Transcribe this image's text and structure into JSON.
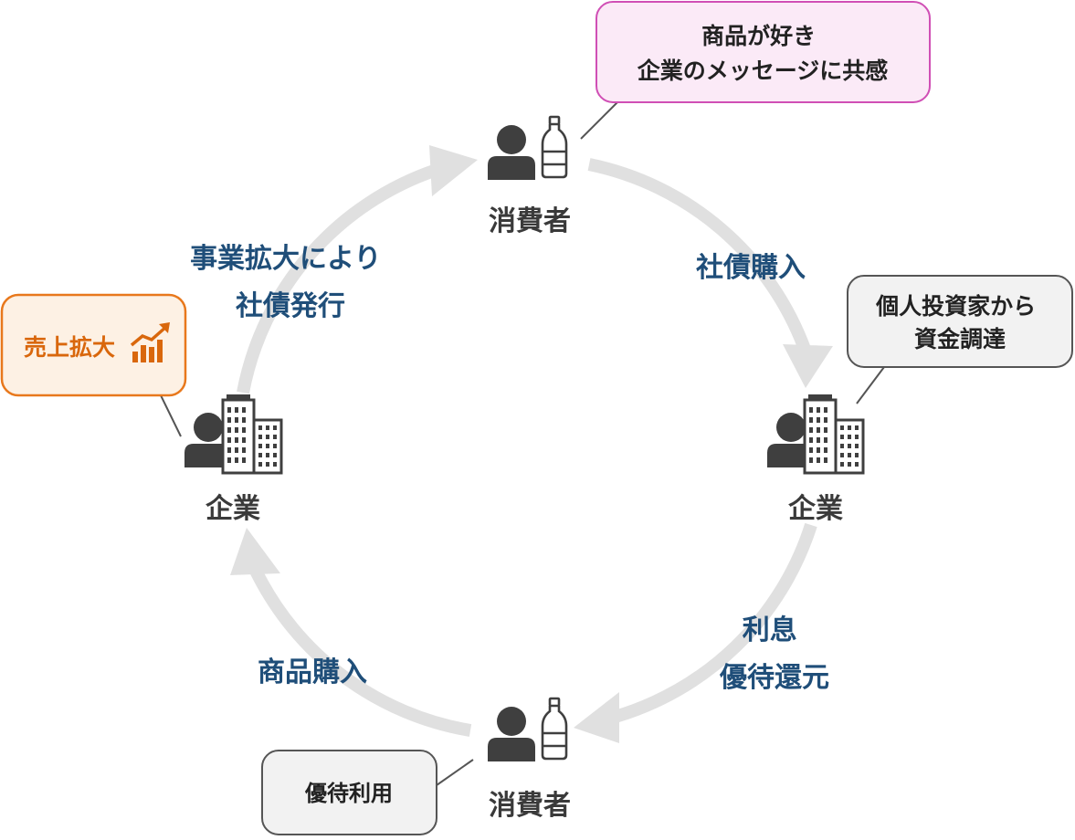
{
  "nodes": {
    "top": {
      "label": "消費者"
    },
    "right": {
      "label": "企業"
    },
    "bottom": {
      "label": "消費者"
    },
    "left": {
      "label": "企業"
    }
  },
  "arrows": {
    "top_right": {
      "lines": [
        "社債購入"
      ]
    },
    "right_bottom": {
      "lines": [
        "利息",
        "優待還元"
      ]
    },
    "bottom_left": {
      "lines": [
        "商品購入"
      ]
    },
    "left_top": {
      "lines": [
        "事業拡大により",
        "社債発行"
      ]
    }
  },
  "callouts": {
    "top": {
      "lines": [
        "商品が好き",
        "企業のメッセージに共感"
      ]
    },
    "right": {
      "lines": [
        "個人投資家から",
        "資金調達"
      ]
    },
    "bottom": {
      "lines": [
        "優待利用"
      ]
    },
    "left": {
      "lines": [
        "売上拡大"
      ],
      "icon": "growth-chart-icon"
    }
  },
  "colors": {
    "arrow": "#e0e0e0",
    "arrow_label": "#1f4e79",
    "node_label": "#3a3a3a",
    "icon": "#3f3f3f",
    "pink_border": "#d04fb5",
    "pink_fill": "#fbeaf7",
    "gray_border": "#555555",
    "gray_fill": "#f2f2f2",
    "orange_border": "#e8781c",
    "orange_fill": "#fdf1e4",
    "orange_text": "#d9670c"
  }
}
